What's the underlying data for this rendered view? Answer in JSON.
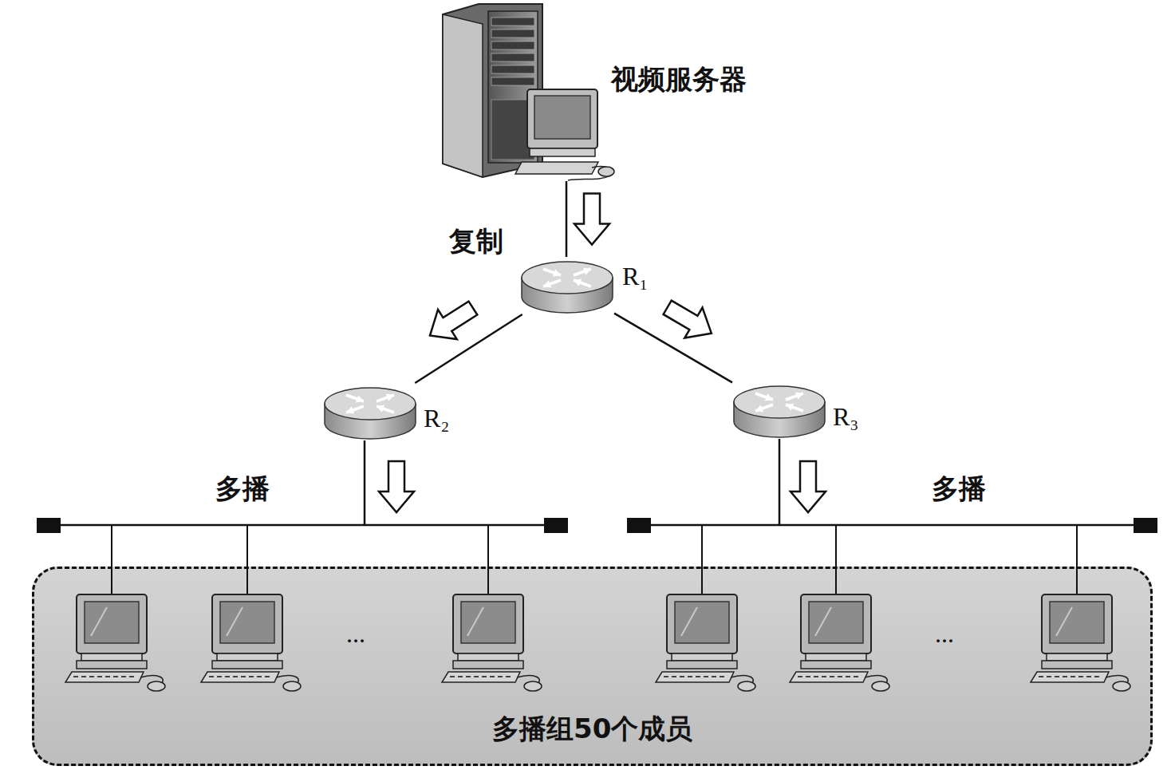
{
  "diagram": {
    "nodes": [
      {
        "text": [
          "视频服务器"
        ]
      },
      {
        "text": [
          "R₁"
        ]
      },
      {
        "text": [
          "R₂"
        ]
      },
      {
        "text": [
          "R₃"
        ]
      },
      {
        "text": [
          "多播组50个成员"
        ]
      }
    ],
    "edges": [
      {
        "from": 0,
        "to": 1,
        "arrow": "to"
      },
      {
        "from": 1,
        "to": 2,
        "arrow": "to"
      },
      {
        "from": 1,
        "to": 3,
        "arrow": "to"
      }
    ],
    "labels": [
      "复制",
      "多播",
      "多播",
      "...",
      "..."
    ]
  }
}
